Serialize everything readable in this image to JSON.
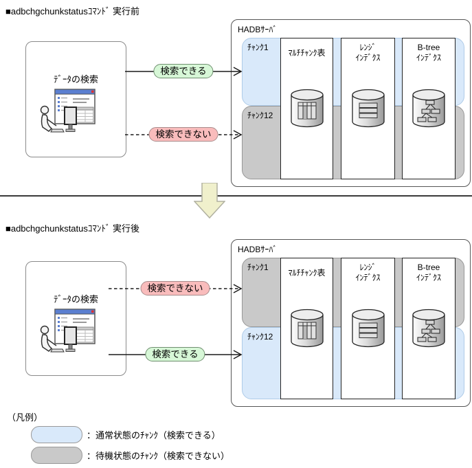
{
  "sections": [
    {
      "title": "■adbchgchunkstatusｺﾏﾝﾄﾞ 実行前",
      "client_label": "ﾃﾞｰﾀの検索",
      "server_label": "HADBｻｰﾊﾞ",
      "top_arrow": {
        "label": "検索できる",
        "style": "solid",
        "color": "green"
      },
      "bottom_arrow": {
        "label": "検索できない",
        "style": "dashed",
        "color": "red"
      },
      "top_chunk": {
        "label": "ﾁｬﾝｸ1",
        "state": "normal"
      },
      "bottom_chunk": {
        "label": "ﾁｬﾝｸ12",
        "state": "waiting"
      },
      "columns": [
        {
          "lines": [
            "ﾏﾙﾁﾁｬﾝｸ表"
          ],
          "icon": "table-cylinder"
        },
        {
          "lines": [
            "ﾚﾝｼﾞ",
            "ｲﾝﾃﾞｸｽ"
          ],
          "icon": "list-cylinder"
        },
        {
          "lines": [
            "B-tree",
            "ｲﾝﾃﾞｸｽ"
          ],
          "icon": "tree-cylinder"
        }
      ]
    },
    {
      "title": "■adbchgchunkstatusｺﾏﾝﾄﾞ 実行後",
      "client_label": "ﾃﾞｰﾀの検索",
      "server_label": "HADBｻｰﾊﾞ",
      "top_arrow": {
        "label": "検索できない",
        "style": "dashed",
        "color": "red"
      },
      "bottom_arrow": {
        "label": "検索できる",
        "style": "solid",
        "color": "green"
      },
      "top_chunk": {
        "label": "ﾁｬﾝｸ1",
        "state": "waiting"
      },
      "bottom_chunk": {
        "label": "ﾁｬﾝｸ12",
        "state": "normal"
      },
      "columns": [
        {
          "lines": [
            "ﾏﾙﾁﾁｬﾝｸ表"
          ],
          "icon": "table-cylinder"
        },
        {
          "lines": [
            "ﾚﾝｼﾞ",
            "ｲﾝﾃﾞｸｽ"
          ],
          "icon": "list-cylinder"
        },
        {
          "lines": [
            "B-tree",
            "ｲﾝﾃﾞｸｽ"
          ],
          "icon": "tree-cylinder"
        }
      ]
    }
  ],
  "legend": {
    "title": "（凡例）",
    "items": [
      {
        "state": "normal",
        "label": "：通常状態のﾁｬﾝｸ（検索できる）"
      },
      {
        "state": "waiting",
        "label": "：待機状態のﾁｬﾝｸ（検索できない）"
      }
    ]
  },
  "colors": {
    "normal_chunk": "#d9e9fa",
    "waiting_chunk": "#c9c9c9",
    "can_search": "#d7f7d7",
    "cannot_search": "#f9bcbc",
    "transition_arrow": "#f0f0cc",
    "window_titlebar": "#5b7fd0"
  }
}
